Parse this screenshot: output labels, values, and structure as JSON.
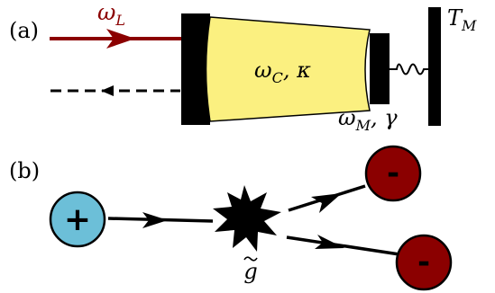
{
  "panel_a": {
    "label": "(a)",
    "laser_label": "ω",
    "laser_sub": "L",
    "cavity_label": "ω",
    "cavity_sub": "C",
    "cavity_suffix": ", κ",
    "mirror_label": "ω",
    "mirror_sub": "M",
    "mirror_suffix": ", γ",
    "bath_label": "T",
    "bath_sub": "M",
    "colors": {
      "laser": "#8b0000",
      "cavity": "#fbf080",
      "mirror": "#000000"
    }
  },
  "panel_b": {
    "label": "(b)",
    "positive_sign": "+",
    "negative_sign_top": "-",
    "negative_sign_bottom": "-",
    "vertex_label": "g",
    "colors": {
      "positive": "#6cbfd8",
      "negative": "#8b0000",
      "vertex": "#000000"
    }
  }
}
